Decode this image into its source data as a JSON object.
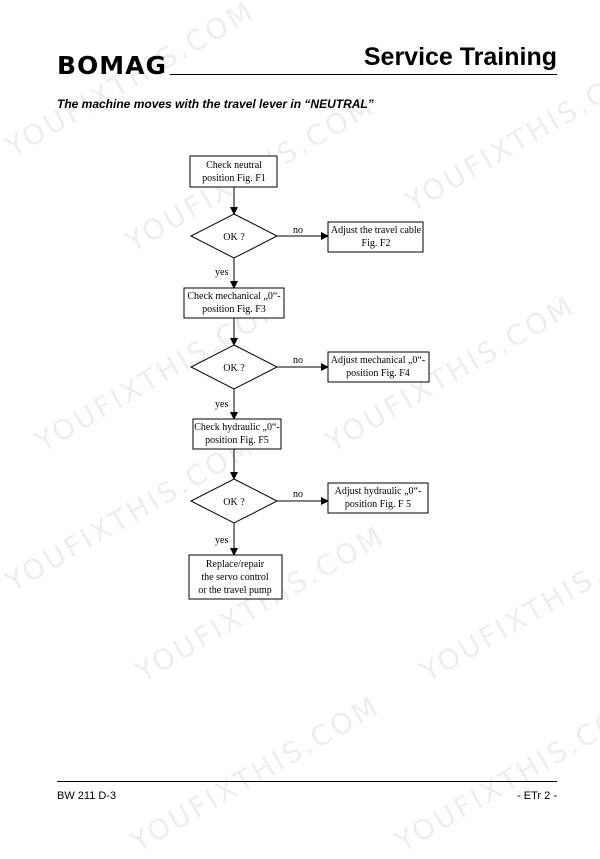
{
  "header": {
    "brand": "BOMAG",
    "title": "Service Training"
  },
  "subtitle": "The machine moves with the travel lever in “NEUTRAL”",
  "watermark": "YOUFIXTHIS.COM",
  "flowchart": {
    "steps": [
      {
        "lines": [
          "Check neutral",
          "position Fig. F1"
        ]
      },
      {
        "lines": [
          "Check mechanical „0“-",
          "position Fig. F3"
        ]
      },
      {
        "lines": [
          "Check hydraulic „0“-",
          "position Fig. F5"
        ]
      },
      {
        "lines": [
          "Replace/repair",
          "the servo control",
          "or the travel pump"
        ]
      }
    ],
    "decisions": [
      {
        "label": "OK ?",
        "no": "no",
        "yes": "yes",
        "action": [
          "Adjust the travel cable",
          "Fig. F2"
        ]
      },
      {
        "label": "OK ?",
        "no": "no",
        "yes": "yes",
        "action": [
          "Adjust mechanical „0“-",
          "position Fig. F4"
        ]
      },
      {
        "label": "OK ?",
        "no": "no",
        "yes": "yes",
        "action": [
          "Adjust hydraulic „0“-",
          "position Fig. F 5"
        ]
      }
    ]
  },
  "footer": {
    "model": "BW 211 D-3",
    "page": "- ETr 2 -"
  }
}
